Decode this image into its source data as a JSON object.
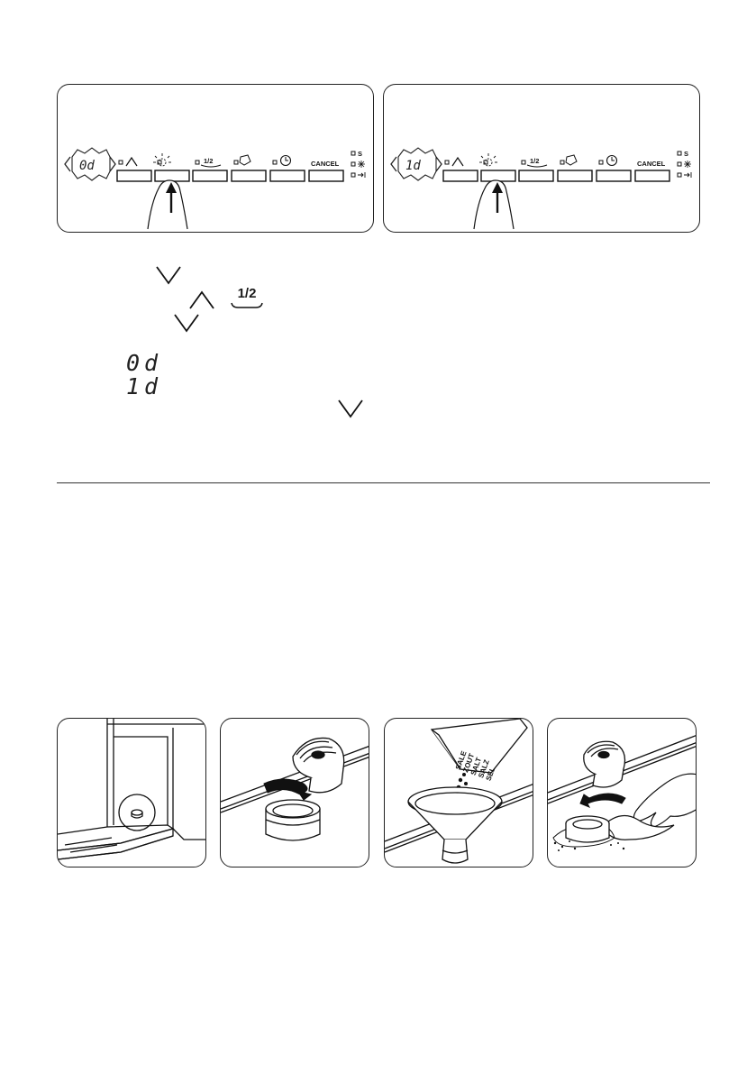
{
  "panels": [
    {
      "display": "0d"
    },
    {
      "display": "1d"
    }
  ],
  "panel_labels": {
    "half_load": "1/2",
    "cancel": "CANCEL",
    "indicator_top": "S"
  },
  "instructions": {
    "half_load_label": "1/2",
    "setting_off": "0d",
    "setting_on": "1d"
  },
  "salt_box": {
    "words": [
      "SALE",
      "ZOUT",
      "SALT",
      "SALZ",
      "SEL"
    ]
  },
  "icons": {
    "down": "chevron-down-icon",
    "up": "chevron-up-icon"
  }
}
